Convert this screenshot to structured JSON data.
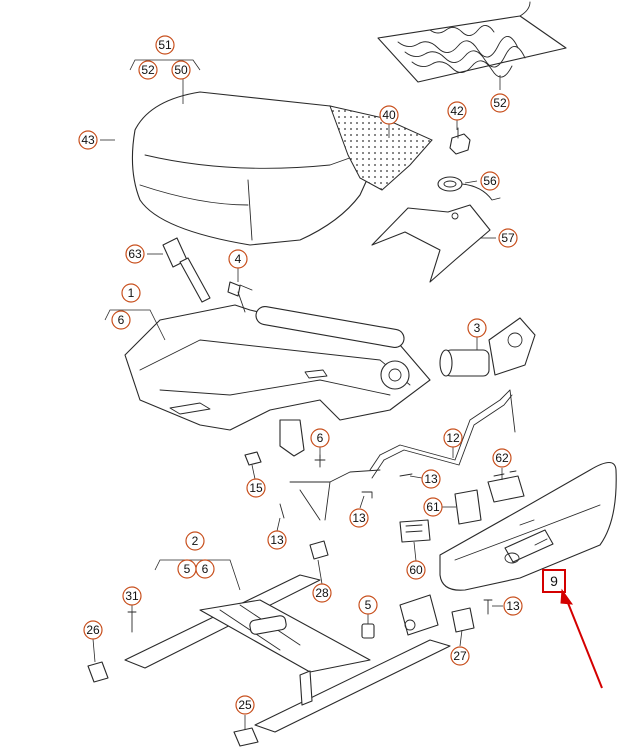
{
  "callouts": {
    "c51": "51",
    "c52a": "52",
    "c50": "50",
    "c43": "43",
    "c40": "40",
    "c42": "42",
    "c56": "56",
    "c52b": "52",
    "c57": "57",
    "c63": "63",
    "c4": "4",
    "c1": "1",
    "c6a": "6",
    "c3": "3",
    "c6b": "6",
    "c12": "12",
    "c15": "15",
    "c13a": "13",
    "c62": "62",
    "c61": "61",
    "c13b": "13",
    "c13c": "13",
    "c60": "60",
    "c2": "2",
    "c5a": "5",
    "c6c": "6",
    "c31": "31",
    "c28": "28",
    "c5b": "5",
    "c13d": "13",
    "c26": "26",
    "c27": "27",
    "c25": "25"
  },
  "highlight": {
    "label": "9",
    "color": "#d40000"
  },
  "colors": {
    "callout_ring": "#c8501e",
    "line": "#2a2a2a",
    "highlight": "#d40000"
  }
}
